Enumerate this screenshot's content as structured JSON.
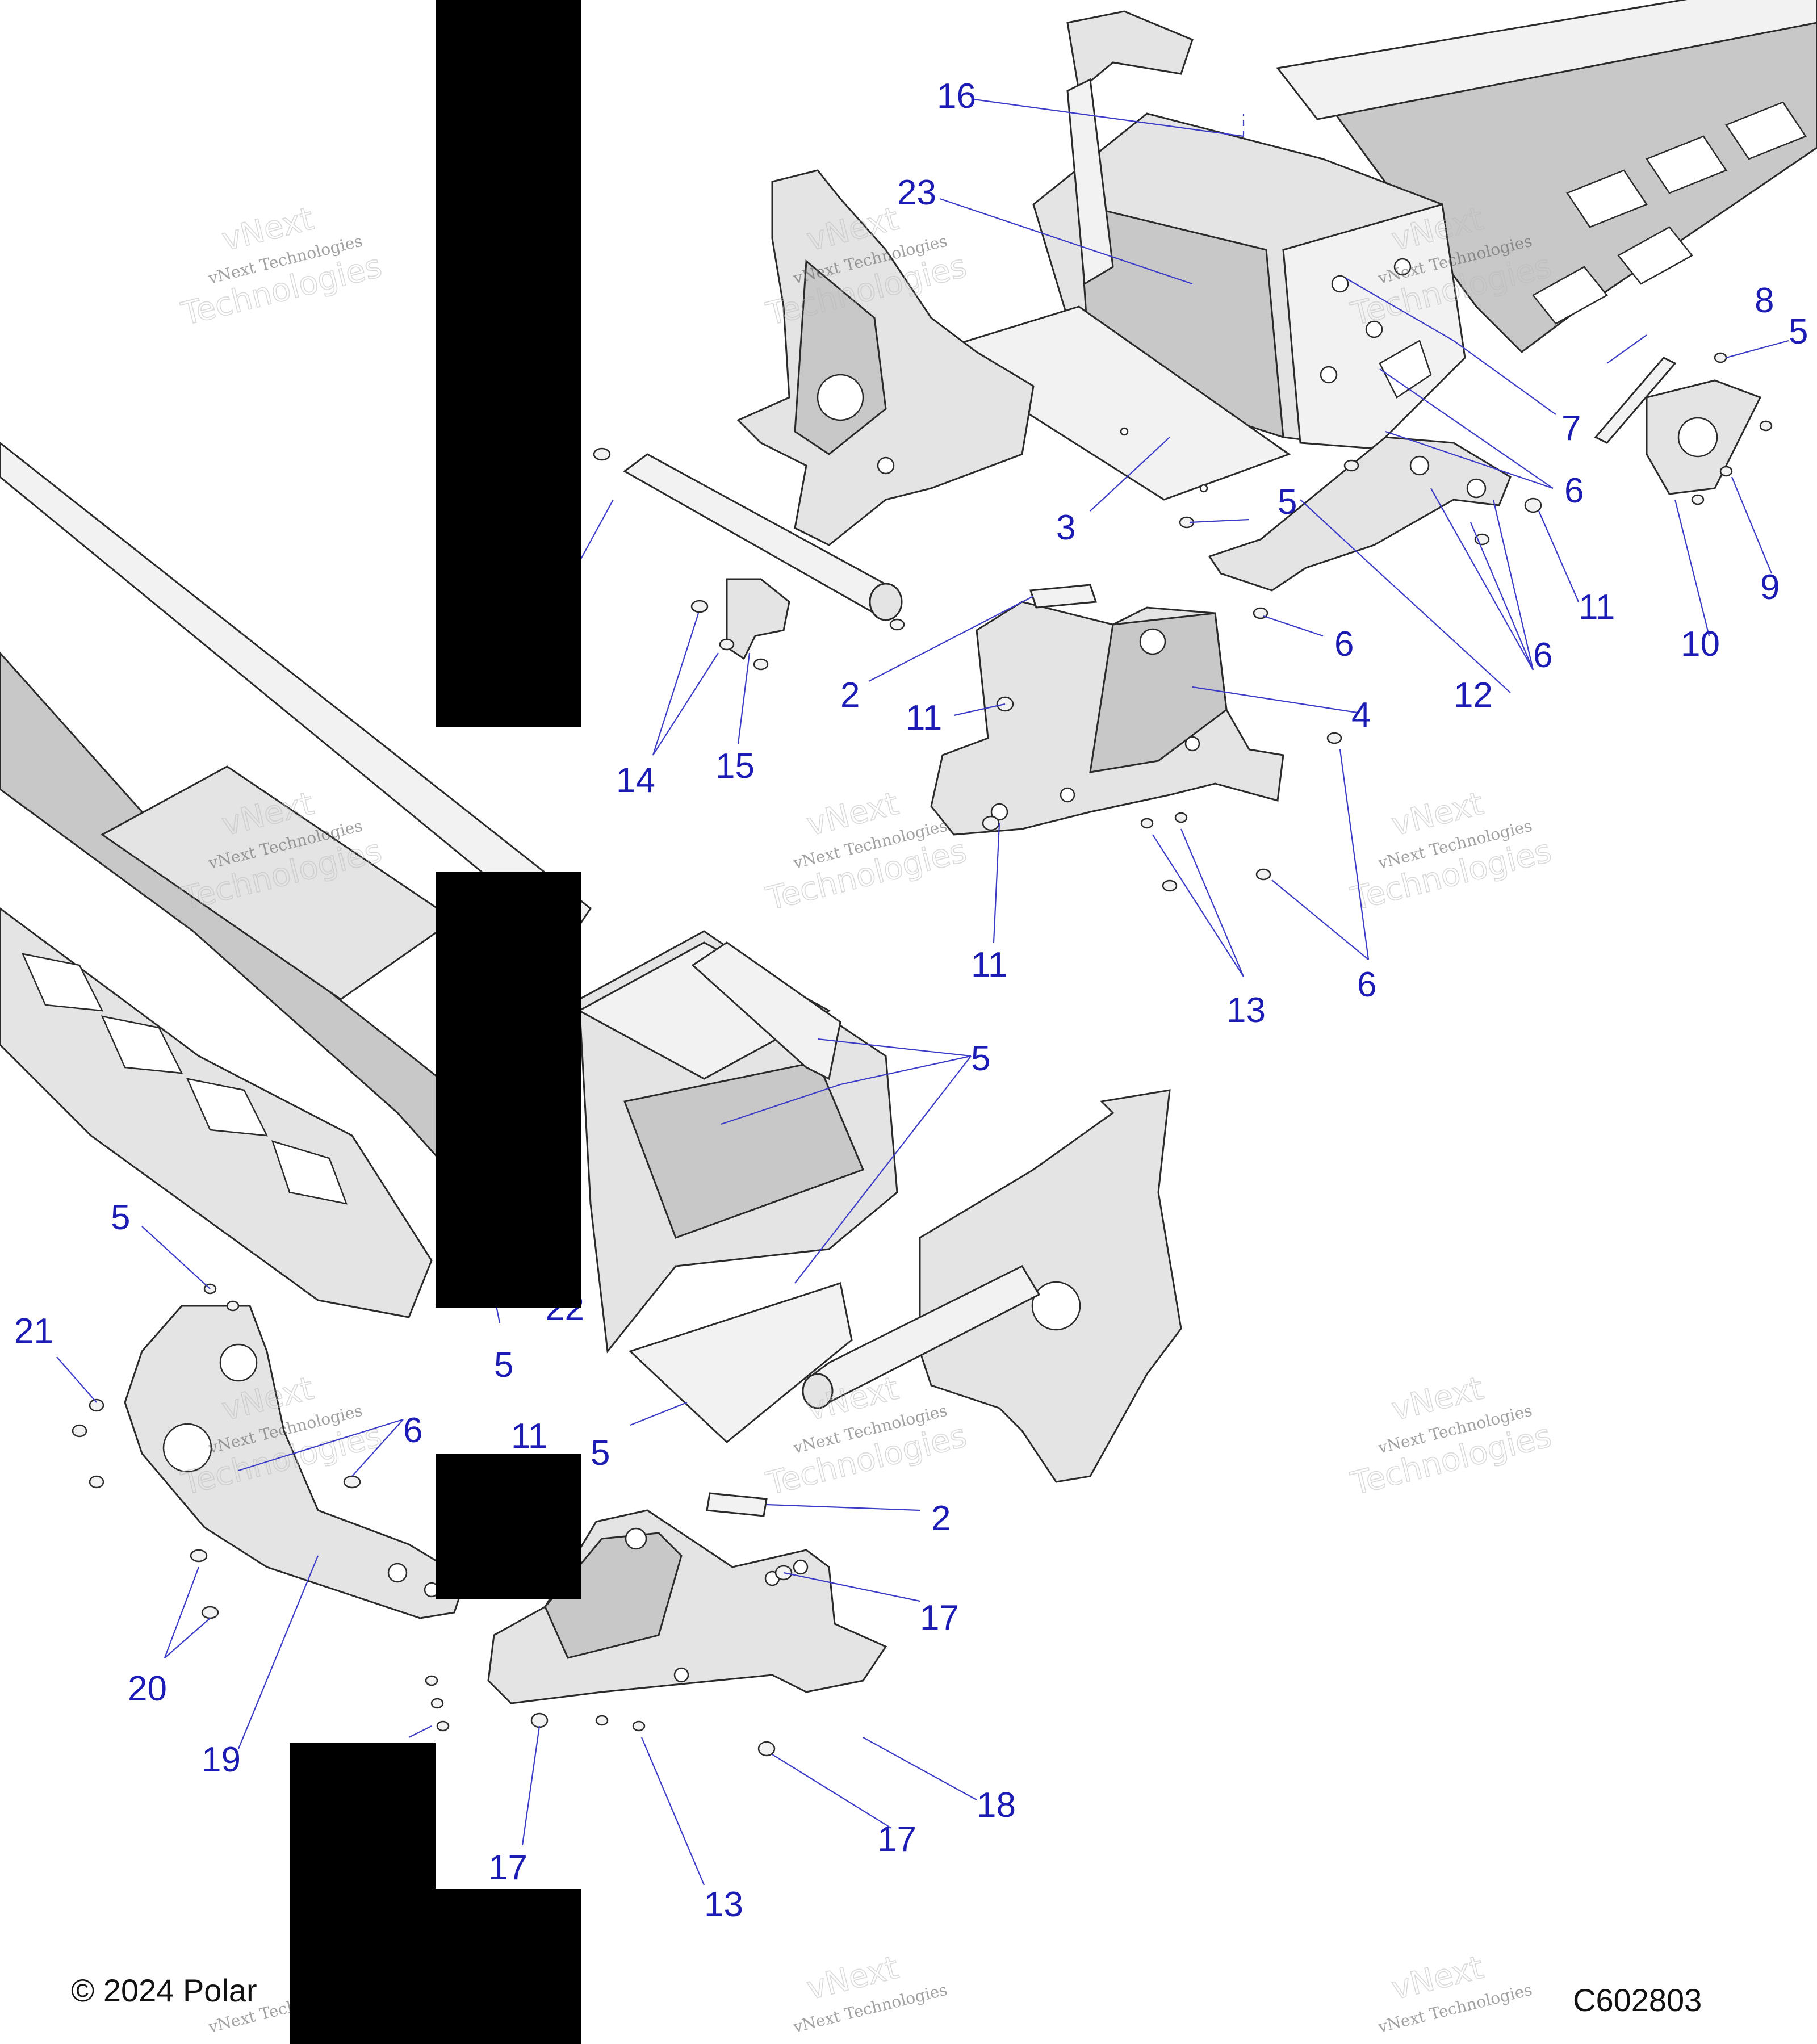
{
  "footer": {
    "copyright": "© 2024 Polar",
    "figure_code": "C602803"
  },
  "watermark": {
    "line1": "vNext Technologies",
    "line2": "vNext",
    "line3": "Technologies"
  },
  "callouts": {
    "c16": "16",
    "c23": "23",
    "c8": "8",
    "c5a": "5",
    "c7": "7",
    "c6a": "6",
    "c5b": "5",
    "c3": "3",
    "c11a": "11",
    "c9": "9",
    "c10": "10",
    "c6b": "6",
    "c12": "12",
    "c6c": "6",
    "c2a": "2",
    "c4": "4",
    "c11b": "11",
    "c14": "14",
    "c15": "15",
    "c11c": "11",
    "c13a": "13",
    "c6d": "6",
    "c5c": "5",
    "c5d": "5",
    "c21": "21",
    "c22": "22",
    "c5e": "5",
    "c6e": "6",
    "c11d": "11",
    "c5f": "5",
    "c2b": "2",
    "c17a": "17",
    "c20": "20",
    "c19": "19",
    "c18": "18",
    "c17b": "17",
    "c17c": "17",
    "c13b": "13"
  }
}
